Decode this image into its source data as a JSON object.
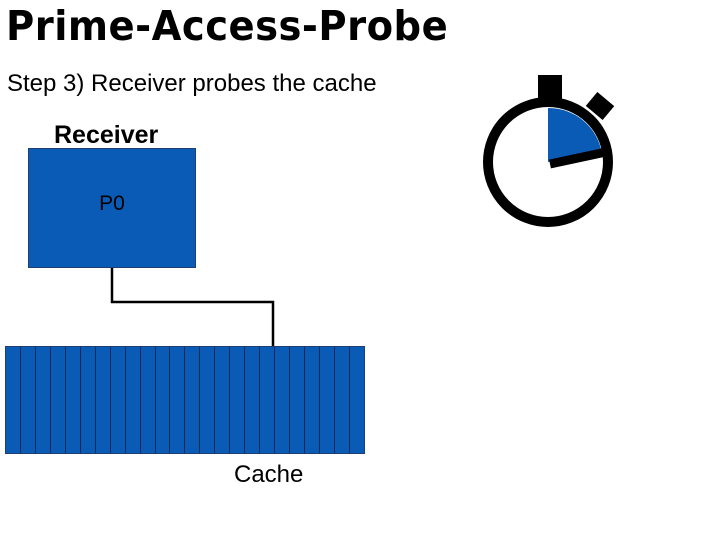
{
  "title": "Prime-Access-Probe",
  "subtitle": "Step 3) Receiver probes the cache",
  "receiver": {
    "label": "Receiver",
    "processor_label": "P0"
  },
  "cache": {
    "label": "Cache",
    "line_count": 24
  },
  "colors": {
    "block_fill": "#0a5bb5",
    "block_border": "#1f3f73",
    "wire": "#000000",
    "stopwatch_body": "#000000",
    "stopwatch_elapsed": "#0a5bb5"
  },
  "icons": {
    "stopwatch": "stopwatch-icon"
  }
}
